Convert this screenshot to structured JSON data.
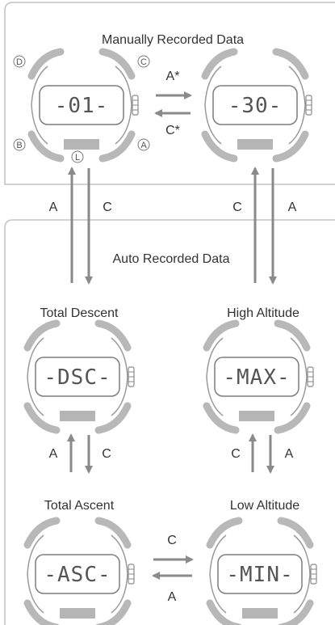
{
  "panels": {
    "manual_title": "Manually Recorded Data",
    "auto_title": "Auto Recorded Data"
  },
  "watches": {
    "manual_first": {
      "display": "-01-"
    },
    "manual_last": {
      "display": "-30-"
    },
    "total_descent": {
      "caption": "Total Descent",
      "display": "-DSC-"
    },
    "high_altitude": {
      "caption": "High Altitude",
      "display": "-MAX-"
    },
    "total_ascent": {
      "caption": "Total Ascent",
      "display": "-ASC-"
    },
    "low_altitude": {
      "caption": "Low Altitude",
      "display": "-MIN-"
    }
  },
  "buttons": {
    "A": "A",
    "B": "B",
    "C": "C",
    "D": "D",
    "L": "L"
  },
  "arrows": {
    "manual_forward": "A*",
    "manual_back": "C*",
    "link_left_up": "A",
    "link_left_down": "C",
    "link_right_up": "C",
    "link_right_down": "A",
    "left_col_up": "A",
    "left_col_down": "C",
    "right_col_up": "C",
    "right_col_down": "A",
    "bottom_right": "C",
    "bottom_left": "A"
  },
  "colors": {
    "line": "#bdbdbd",
    "arrow": "#888888",
    "text": "#333333",
    "watch": "#b8b8b8"
  }
}
